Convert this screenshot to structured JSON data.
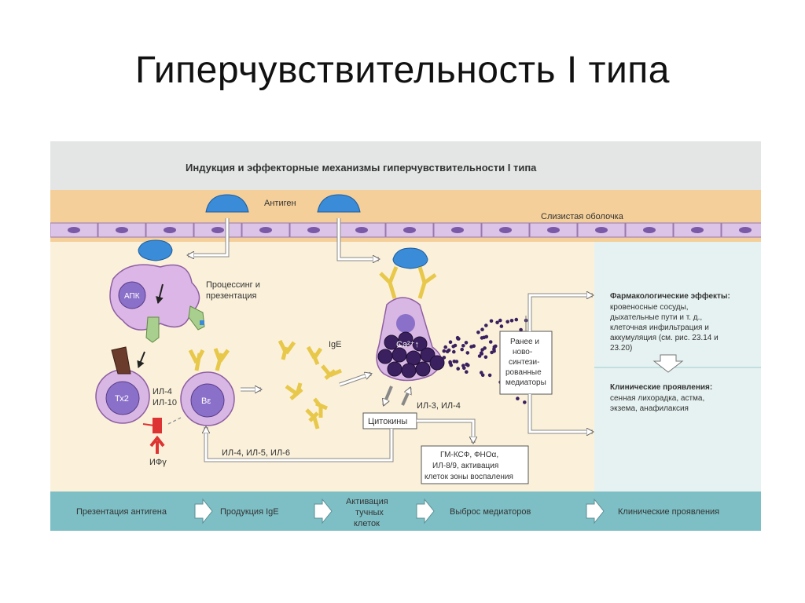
{
  "slide": {
    "title": "Гиперчувствительность I типа"
  },
  "diagram": {
    "header": "Индукция и эффекторные механизмы гиперчувствительности I типа",
    "labels": {
      "antigen": "Антиген",
      "mucosa": "Слизистая оболочка",
      "apc": "АПК",
      "processing_1": "Процессинг и",
      "processing_2": "презентация",
      "th2": "Тх2",
      "b_cell": "Bε",
      "il4": "ИЛ-4",
      "il10": "ИЛ-10",
      "ifn": "ИФγ",
      "ige": "IgE",
      "calcium": "Ca²⁺↑",
      "mediators": [
        "Ранее и",
        "ново-",
        "синтези-",
        "рованные",
        "медиаторы"
      ],
      "cytokines": "Цитокины",
      "il3_il4": "ИЛ-3, ИЛ-4",
      "il4_5_6": "ИЛ-4, ИЛ-5, ИЛ-6",
      "gm": [
        "ГМ-КСФ, ФНОα,",
        "ИЛ-8/9, активация",
        "клеток зоны воспаления"
      ]
    },
    "right_panel": {
      "pharm_title": "Фармакологические эффекты:",
      "pharm_lines": [
        "кровеносные сосуды,",
        "дыхательные пути и т. д.,",
        "клеточная инфильтрация и",
        "аккумуляция (см. рис. 23.14 и",
        "23.20)"
      ],
      "clin_title": "Клинические проявления:",
      "clin_lines": [
        "сенная лихорадка, астма,",
        "экзема, анафилаксия"
      ]
    },
    "stages": [
      "Презентация антигена",
      "Продукция IgE",
      [
        "Активация",
        "тучных",
        "клеток"
      ],
      "Выброс медиаторов",
      "Клинические проявления"
    ]
  },
  "colors": {
    "header_bg": "#e3e6e5",
    "mucosa_bg": "#f4cf9a",
    "cell_layer": "#dcc3e8",
    "body_bg": "#fbf1da",
    "right_bg": "#e6f2f1",
    "stage_bg": "#7dbfc5",
    "antigen": "#3a8bd8",
    "ige": "#e8c84a",
    "granule": "#3b2060",
    "mast": "#c9a7dc"
  }
}
